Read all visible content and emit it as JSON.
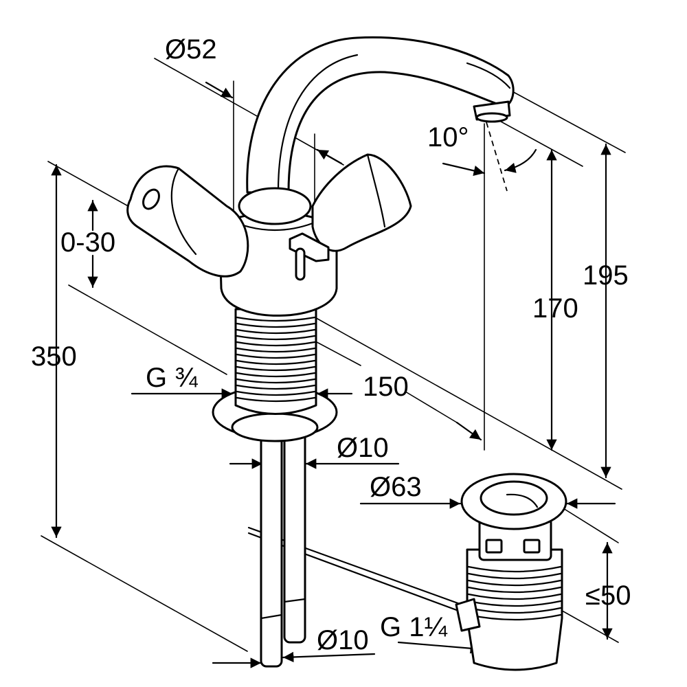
{
  "dimensions": {
    "spout_diameter": "Ø52",
    "spout_angle": "10°",
    "height_to_spout": "195",
    "height_under_spout": "170",
    "total_height": "350",
    "lever_travel": "0-30",
    "spout_reach": "150",
    "thread_size": "G ¾",
    "supply_tube_diameter_upper": "Ø10",
    "supply_tube_diameter_lower": "Ø10",
    "waste_flange_diameter": "Ø63",
    "waste_height": "≤50",
    "waste_thread": "G 1¼"
  }
}
